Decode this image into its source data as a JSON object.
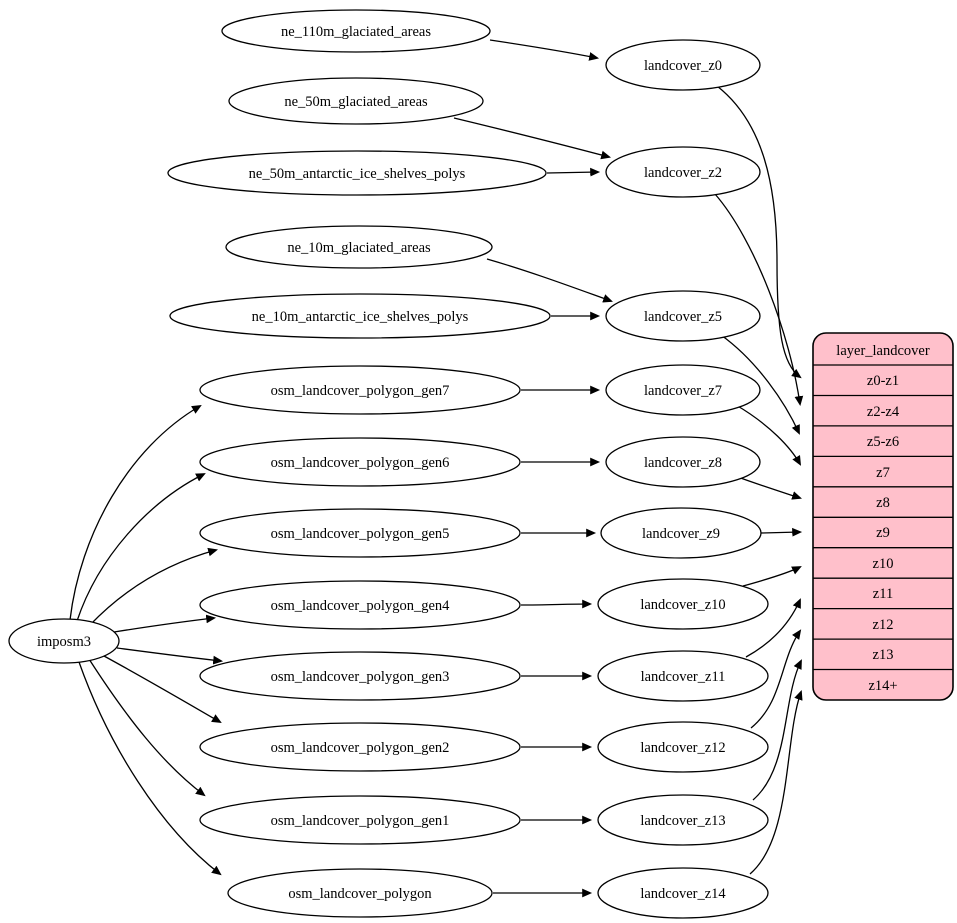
{
  "colors": {
    "background": "#ffffff",
    "edge": "#000000",
    "node_fill": "#ffffff",
    "node_stroke": "#000000",
    "table_fill": "#ffc0cb",
    "text": "#000000"
  },
  "nodes": {
    "imposm3": "imposm3",
    "ne_110m_glaciated_areas": "ne_110m_glaciated_areas",
    "ne_50m_glaciated_areas": "ne_50m_glaciated_areas",
    "ne_50m_antarctic_ice_shelves_polys": "ne_50m_antarctic_ice_shelves_polys",
    "ne_10m_glaciated_areas": "ne_10m_glaciated_areas",
    "ne_10m_antarctic_ice_shelves_polys": "ne_10m_antarctic_ice_shelves_polys",
    "osm_landcover_polygon_gen7": "osm_landcover_polygon_gen7",
    "osm_landcover_polygon_gen6": "osm_landcover_polygon_gen6",
    "osm_landcover_polygon_gen5": "osm_landcover_polygon_gen5",
    "osm_landcover_polygon_gen4": "osm_landcover_polygon_gen4",
    "osm_landcover_polygon_gen3": "osm_landcover_polygon_gen3",
    "osm_landcover_polygon_gen2": "osm_landcover_polygon_gen2",
    "osm_landcover_polygon_gen1": "osm_landcover_polygon_gen1",
    "osm_landcover_polygon": "osm_landcover_polygon",
    "landcover_z0": "landcover_z0",
    "landcover_z2": "landcover_z2",
    "landcover_z5": "landcover_z5",
    "landcover_z7": "landcover_z7",
    "landcover_z8": "landcover_z8",
    "landcover_z9": "landcover_z9",
    "landcover_z10": "landcover_z10",
    "landcover_z11": "landcover_z11",
    "landcover_z12": "landcover_z12",
    "landcover_z13": "landcover_z13",
    "landcover_z14": "landcover_z14"
  },
  "table": {
    "title": "layer_landcover",
    "rows": [
      "z0-z1",
      "z2-z4",
      "z5-z6",
      "z7",
      "z8",
      "z9",
      "z10",
      "z11",
      "z12",
      "z13",
      "z14+"
    ]
  },
  "edges": [
    {
      "from": "ne_110m_glaciated_areas",
      "to": "landcover_z0"
    },
    {
      "from": "ne_50m_glaciated_areas",
      "to": "landcover_z2"
    },
    {
      "from": "ne_50m_antarctic_ice_shelves_polys",
      "to": "landcover_z2"
    },
    {
      "from": "ne_10m_glaciated_areas",
      "to": "landcover_z5"
    },
    {
      "from": "ne_10m_antarctic_ice_shelves_polys",
      "to": "landcover_z5"
    },
    {
      "from": "imposm3",
      "to": "osm_landcover_polygon_gen7"
    },
    {
      "from": "imposm3",
      "to": "osm_landcover_polygon_gen6"
    },
    {
      "from": "imposm3",
      "to": "osm_landcover_polygon_gen5"
    },
    {
      "from": "imposm3",
      "to": "osm_landcover_polygon_gen4"
    },
    {
      "from": "imposm3",
      "to": "osm_landcover_polygon_gen3"
    },
    {
      "from": "imposm3",
      "to": "osm_landcover_polygon_gen2"
    },
    {
      "from": "imposm3",
      "to": "osm_landcover_polygon_gen1"
    },
    {
      "from": "imposm3",
      "to": "osm_landcover_polygon"
    },
    {
      "from": "osm_landcover_polygon_gen7",
      "to": "landcover_z7"
    },
    {
      "from": "osm_landcover_polygon_gen6",
      "to": "landcover_z8"
    },
    {
      "from": "osm_landcover_polygon_gen5",
      "to": "landcover_z9"
    },
    {
      "from": "osm_landcover_polygon_gen4",
      "to": "landcover_z10"
    },
    {
      "from": "osm_landcover_polygon_gen3",
      "to": "landcover_z11"
    },
    {
      "from": "osm_landcover_polygon_gen2",
      "to": "landcover_z12"
    },
    {
      "from": "osm_landcover_polygon_gen1",
      "to": "landcover_z13"
    },
    {
      "from": "osm_landcover_polygon",
      "to": "landcover_z14"
    },
    {
      "from": "landcover_z0",
      "to": "layer_landcover.z0-z1"
    },
    {
      "from": "landcover_z2",
      "to": "layer_landcover.z2-z4"
    },
    {
      "from": "landcover_z5",
      "to": "layer_landcover.z5-z6"
    },
    {
      "from": "landcover_z7",
      "to": "layer_landcover.z7"
    },
    {
      "from": "landcover_z8",
      "to": "layer_landcover.z8"
    },
    {
      "from": "landcover_z9",
      "to": "layer_landcover.z9"
    },
    {
      "from": "landcover_z10",
      "to": "layer_landcover.z10"
    },
    {
      "from": "landcover_z11",
      "to": "layer_landcover.z11"
    },
    {
      "from": "landcover_z12",
      "to": "layer_landcover.z12"
    },
    {
      "from": "landcover_z13",
      "to": "layer_landcover.z13"
    },
    {
      "from": "landcover_z14",
      "to": "layer_landcover.z14+"
    }
  ]
}
